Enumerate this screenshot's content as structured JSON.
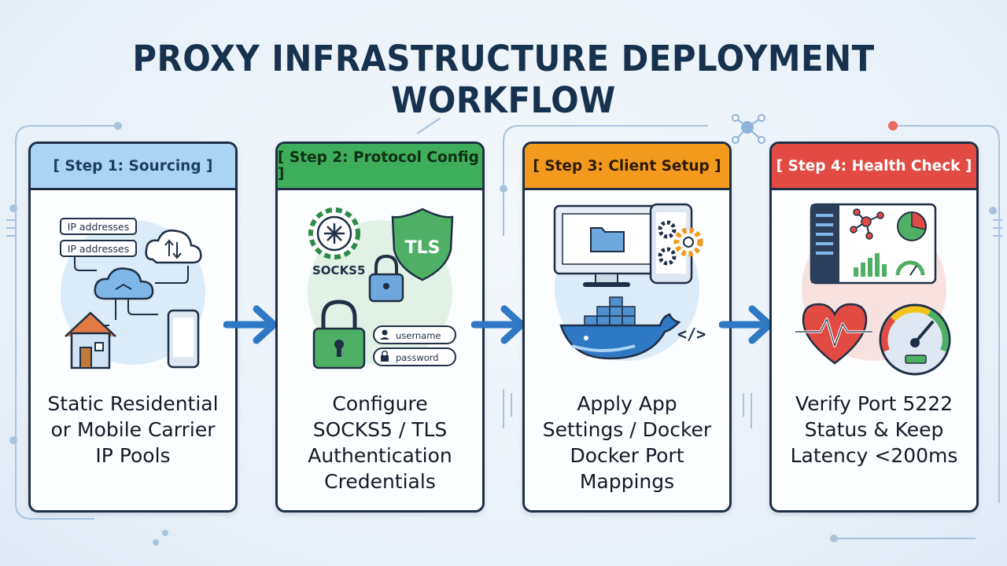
{
  "title": "PROXY INFRASTRUCTURE DEPLOYMENT WORKFLOW",
  "steps": [
    {
      "label": "[ Step 1: Sourcing ]",
      "header_bg": "#a9d4f5",
      "header_color": "#1c3d63",
      "art": {
        "ip1": "IP addresses",
        "ip2": "IP addresses"
      },
      "lines": [
        "Static Residential",
        "or Mobile Carrier",
        "IP Pools"
      ]
    },
    {
      "label": "[ Step 2: Protocol Config ]",
      "header_bg": "#3fae5b",
      "header_color": "#0f2e16",
      "art": {
        "socks": "SOCKS5",
        "tls": "TLS",
        "username": "username",
        "password": "password"
      },
      "lines": [
        "Configure",
        "SOCKS5 / TLS",
        "Authentication",
        "Credentials"
      ]
    },
    {
      "label": "[ Step 3: Client Setup ]",
      "header_bg": "#f39a1e",
      "header_color": "#2d1a03",
      "art": {
        "code": "</>"
      },
      "lines": [
        "Apply App",
        "Settings / Docker",
        "Docker Port",
        "Mappings"
      ]
    },
    {
      "label": "[ Step 4: Health Check ]",
      "header_bg": "#e24b43",
      "header_color": "#ffffff",
      "art": {},
      "lines": [
        "Verify Port 5222",
        "Status & Keep",
        "Latency <200ms"
      ]
    }
  ],
  "colors": {
    "arrow": "#2f78c4",
    "outline": "#1f2f45",
    "title": "#17324f"
  }
}
